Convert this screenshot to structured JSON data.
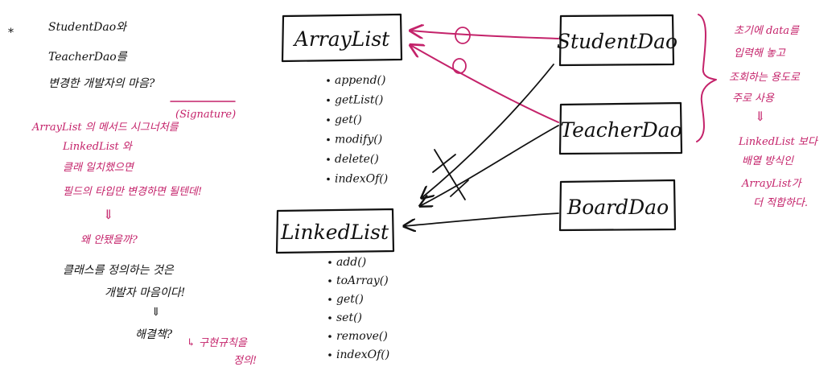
{
  "boxes": {
    "arraylist": "ArrayList",
    "linkedlist": "LinkedList",
    "studentdao": "StudentDao",
    "teacherdao": "TeacherDao",
    "boarddao": "BoardDao"
  },
  "arraylist_methods": [
    "append()",
    "getList()",
    "get()",
    "modify()",
    "delete()",
    "indexOf()"
  ],
  "linkedlist_methods": [
    "add()",
    "toArray()",
    "get()",
    "set()",
    "remove()",
    "indexOf()"
  ],
  "left_notes": {
    "asterisk": "*",
    "q_line1": "StudentDao와",
    "q_line2": "TeacherDao를",
    "q_line3": "변경한 개발자의 마음?",
    "p_line1": "ArrayList 의 메서드 시그너처를",
    "p_sig": "(Signature)",
    "p_line2": "LinkedList 와",
    "p_line3": "클래 일치했으면",
    "p_line4": "필드의 타입만 변경하면 될텐데!",
    "down1": "⇓",
    "p_line5": "왜 안됐을까?",
    "b_line6": "클래스를 정의하는 것은",
    "b_line7": "개발자 마음이다!",
    "down2": "⇓",
    "b_line8": "해결책?",
    "p_line9": "↳ 구현규칙을",
    "p_line10": "정의!"
  },
  "right_notes": {
    "line1": "초기에 data를",
    "line2": "입력해 놓고",
    "line3": "조회하는 용도로",
    "line4": "주로 사용",
    "arrow": "⇓",
    "line5": "LinkedList 보다",
    "line6": "배열 방식인",
    "line7": "ArrayList가",
    "line8": "더 적합하다."
  },
  "colors": {
    "ink": "#111111",
    "pink": "#c4226a"
  }
}
